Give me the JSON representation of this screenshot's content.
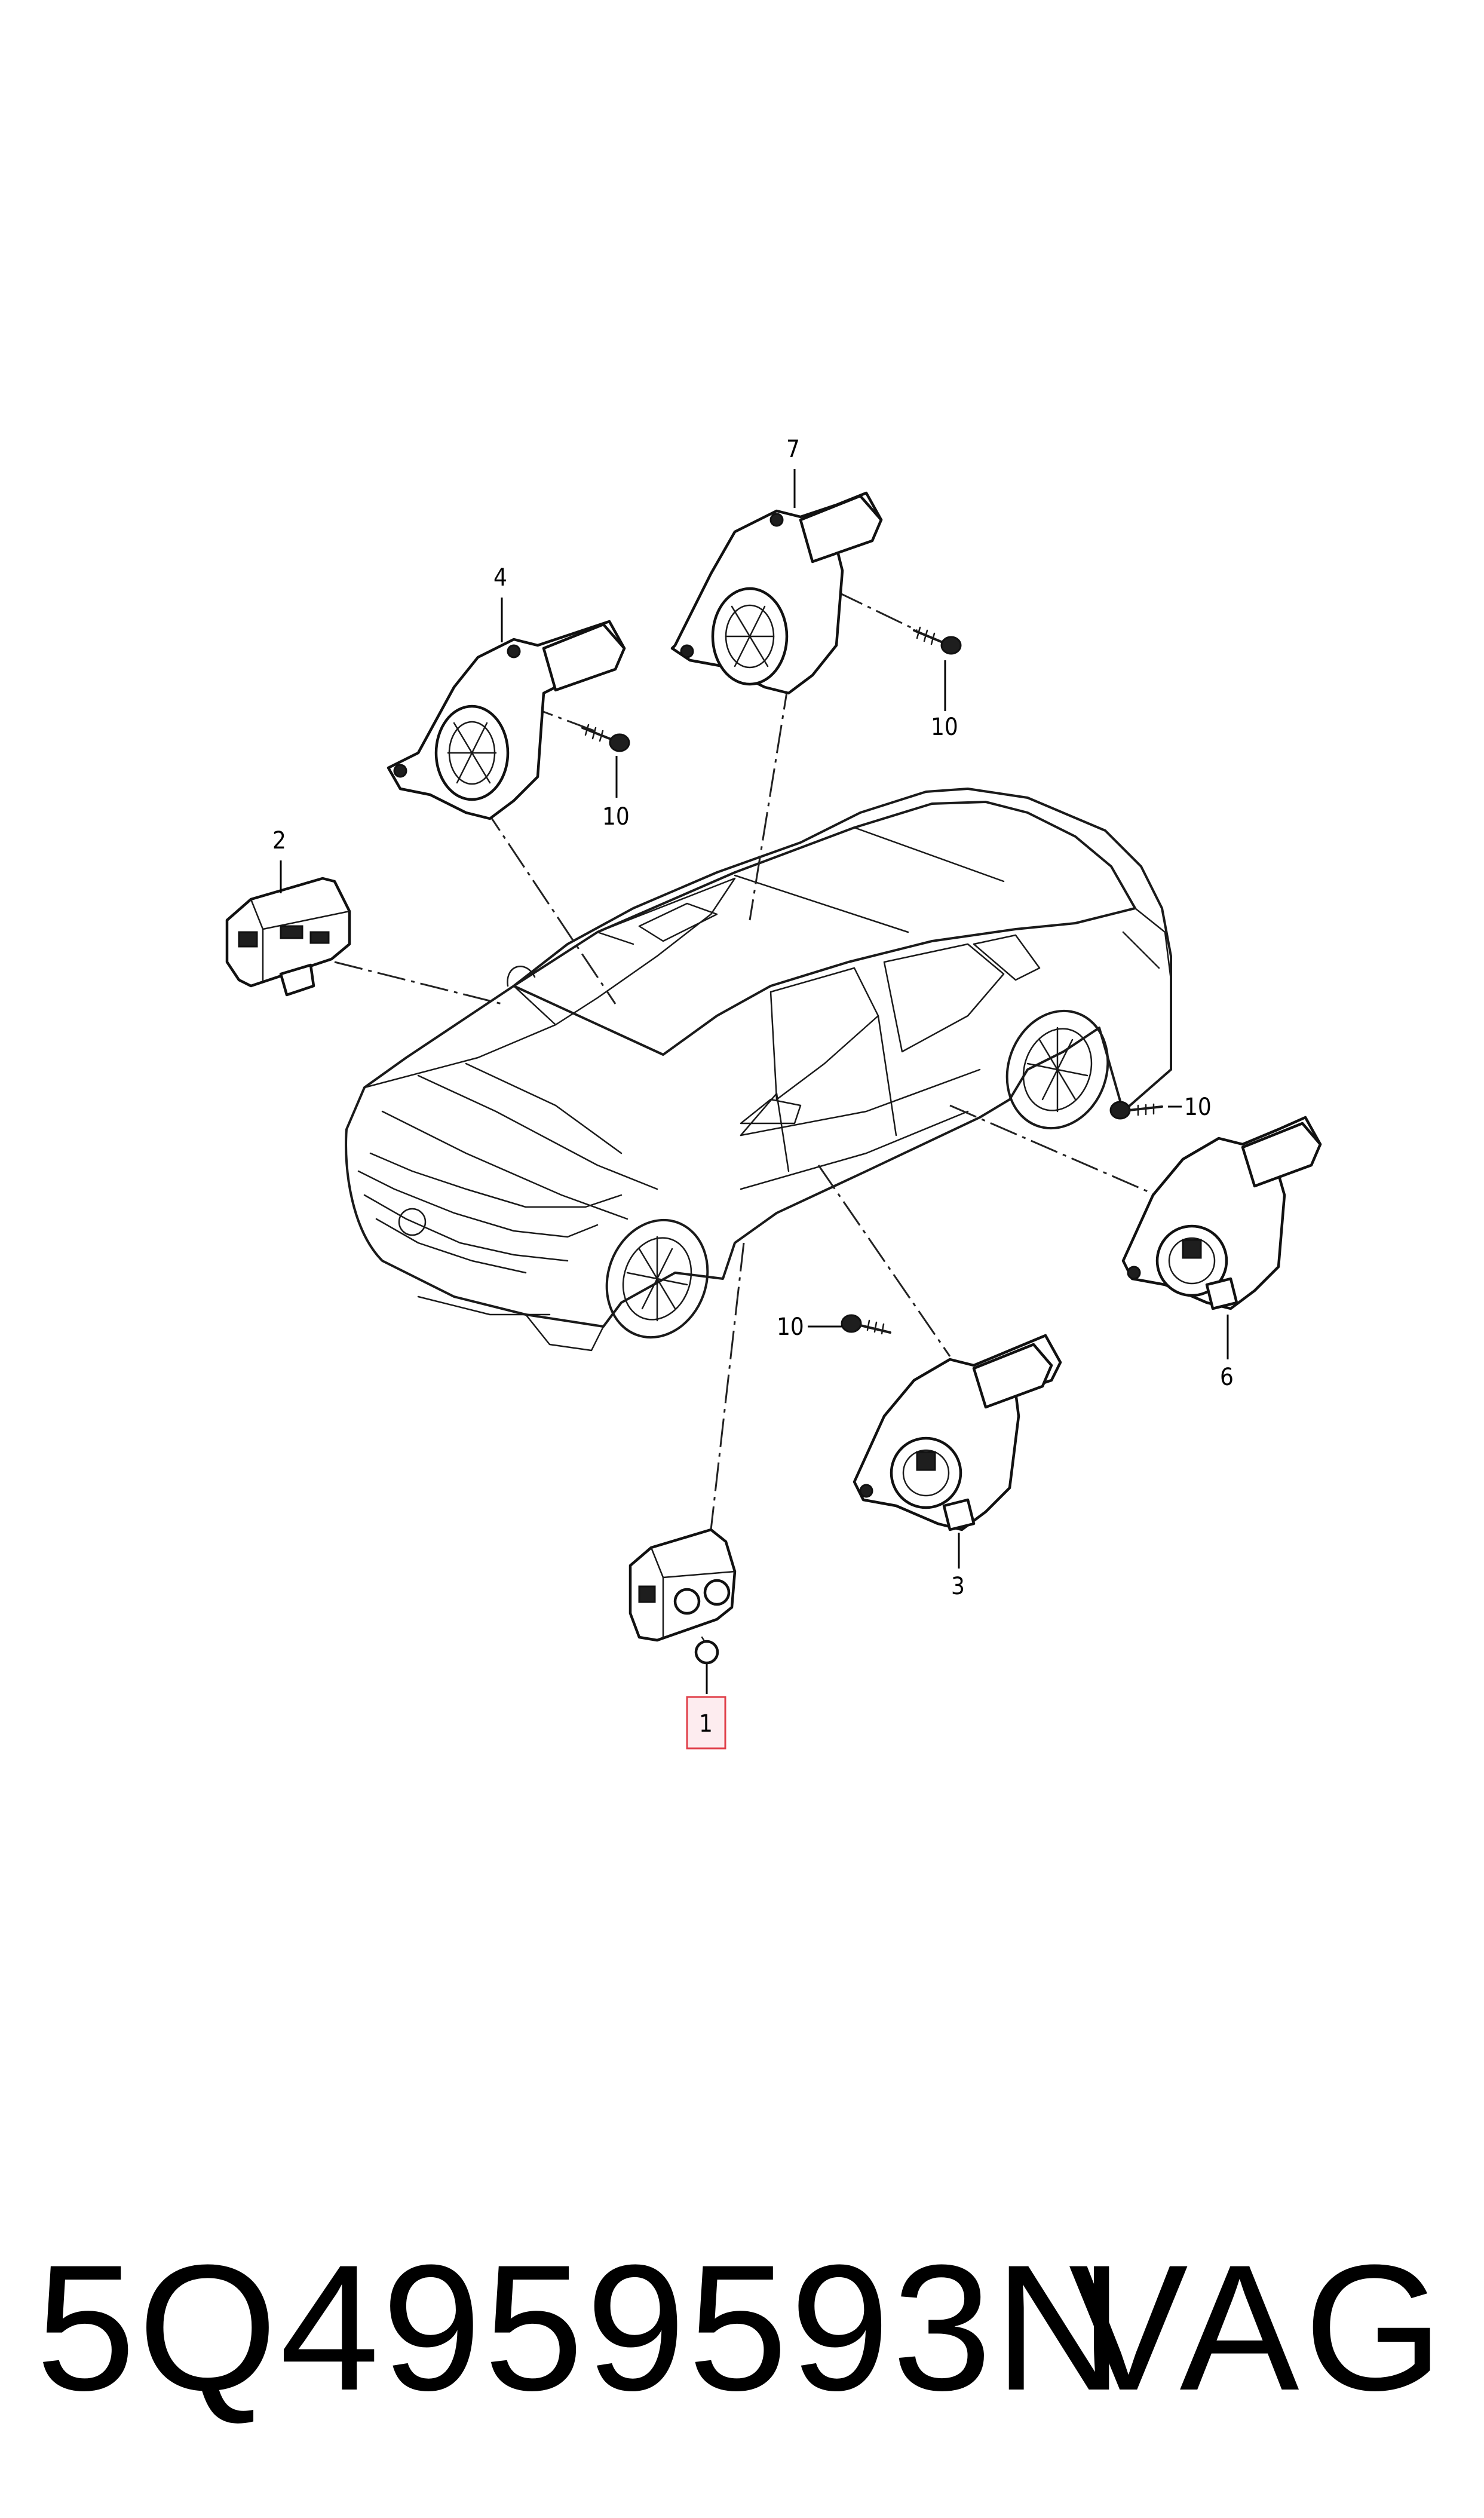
{
  "diagram": {
    "callouts": {
      "c1": "1",
      "c2": "2",
      "c3": "3",
      "c4": "4",
      "c6": "6",
      "c7": "7",
      "c10a": "10",
      "c10b": "10",
      "c10c": "10",
      "c10d": "10"
    },
    "highlight_color": "#e0404a"
  },
  "footer": {
    "part_number": "5Q4959593N",
    "brand": "VAG"
  }
}
